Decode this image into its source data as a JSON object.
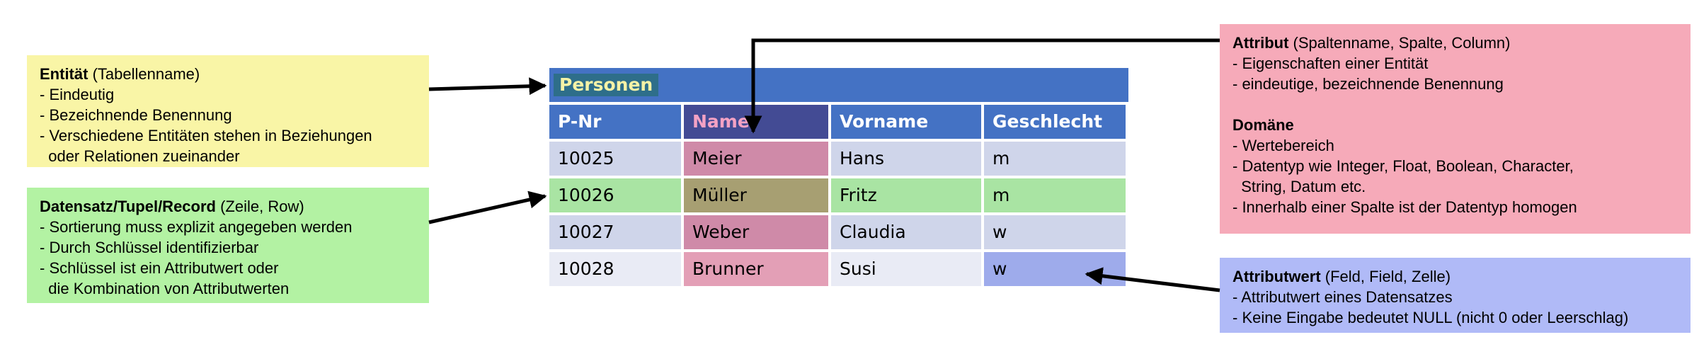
{
  "entity_box": {
    "title": "Entität",
    "title_suffix": " (Tabellenname)",
    "lines": [
      "- Eindeutig",
      "- Bezeichnende Benennung",
      "- Verschiedene Entitäten stehen in Beziehungen",
      "  oder Relationen zueinander"
    ]
  },
  "record_box": {
    "title": "Datensatz/Tupel/Record",
    "title_suffix": " (Zeile, Row)",
    "lines": [
      "- Sortierung muss explizit angegeben werden",
      "- Durch Schlüssel identifizierbar",
      "- Schlüssel ist ein Attributwert oder",
      "  die Kombination von Attributwerten"
    ]
  },
  "attribute_box": {
    "title": "Attribut",
    "title_suffix": " (Spaltenname, Spalte, Column)",
    "lines": [
      "- Eigenschaften einer Entität",
      "- eindeutige, bezeichnende Benennung"
    ],
    "domain_title": "Domäne",
    "domain_lines": [
      "- Wertebereich",
      "- Datentyp wie Integer, Float, Boolean, Character,",
      "  String, Datum etc.",
      "- Innerhalb einer Spalte ist der Datentyp homogen"
    ]
  },
  "value_box": {
    "title": "Attributwert",
    "title_suffix": " (Feld, Field, Zelle)",
    "lines": [
      "- Attributwert eines Datensatzes",
      "- Keine Eingabe bedeutet NULL (nicht 0 oder Leerschlag)"
    ]
  },
  "table": {
    "title": "Personen",
    "columns": [
      "P-Nr",
      "Name",
      "Vorname",
      "Geschlecht"
    ],
    "rows": [
      [
        "10025",
        "Meier",
        "Hans",
        "m"
      ],
      [
        "10026",
        "Müller",
        "Fritz",
        "m"
      ],
      [
        "10027",
        "Weber",
        "Claudia",
        "w"
      ],
      [
        "10028",
        "Brunner",
        "Susi",
        "w"
      ]
    ]
  },
  "colors": {
    "entity": "#f9f5a6",
    "record": "#b3f2a3",
    "attribute": "#f6aab9",
    "value": "#b0baf7",
    "table_header": "#4472c4"
  }
}
